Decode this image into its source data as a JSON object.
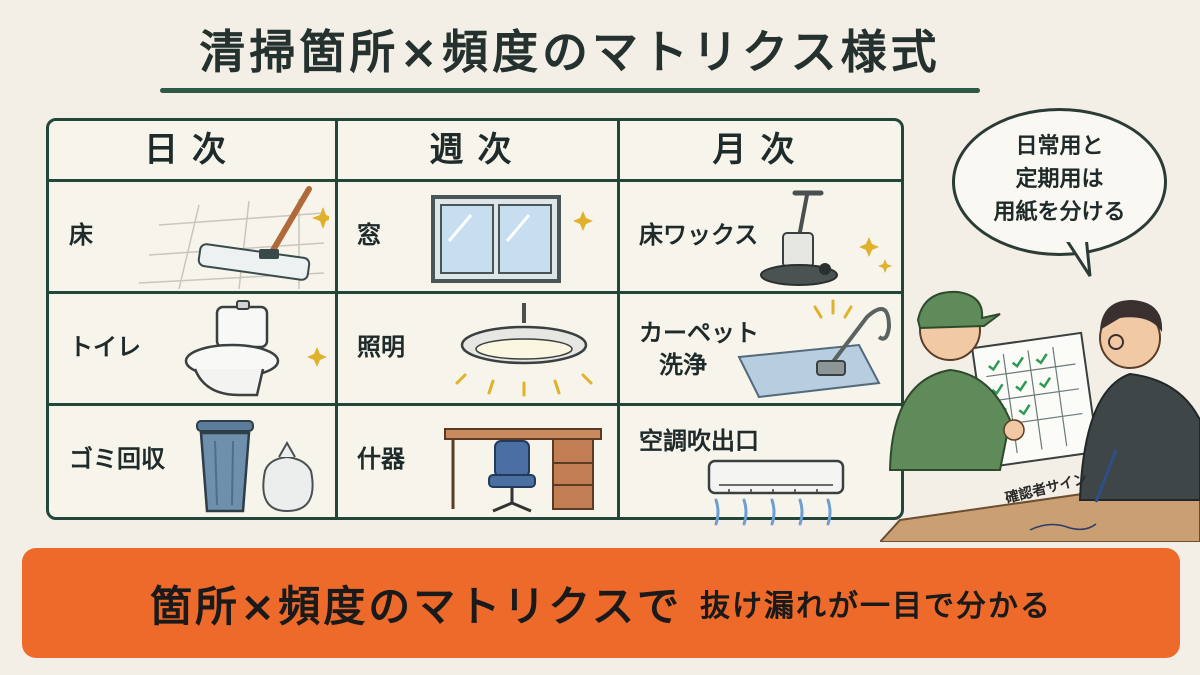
{
  "title": "清掃箇所×頻度のマトリクス様式",
  "columns": [
    "日次",
    "週次",
    "月次"
  ],
  "cells": {
    "daily": [
      "床",
      "トイレ",
      "ゴミ回収"
    ],
    "weekly": [
      "窓",
      "照明",
      "什器"
    ],
    "monthly": [
      "床ワックス",
      "カーペット",
      "洗浄",
      "空調吹出口"
    ]
  },
  "bubble": {
    "line1": "日常用と",
    "line2": "定期用は",
    "line3": "用紙を分ける"
  },
  "sign_label": "確認者サイン",
  "banner": {
    "main": "箇所×頻度のマトリクスで",
    "sub": "抜け漏れが一目で分かる"
  },
  "colors": {
    "background": "#f3efe6",
    "grid": "#23463a",
    "banner": "#ee6a2b",
    "worker_uniform": "#5f8a5a"
  }
}
